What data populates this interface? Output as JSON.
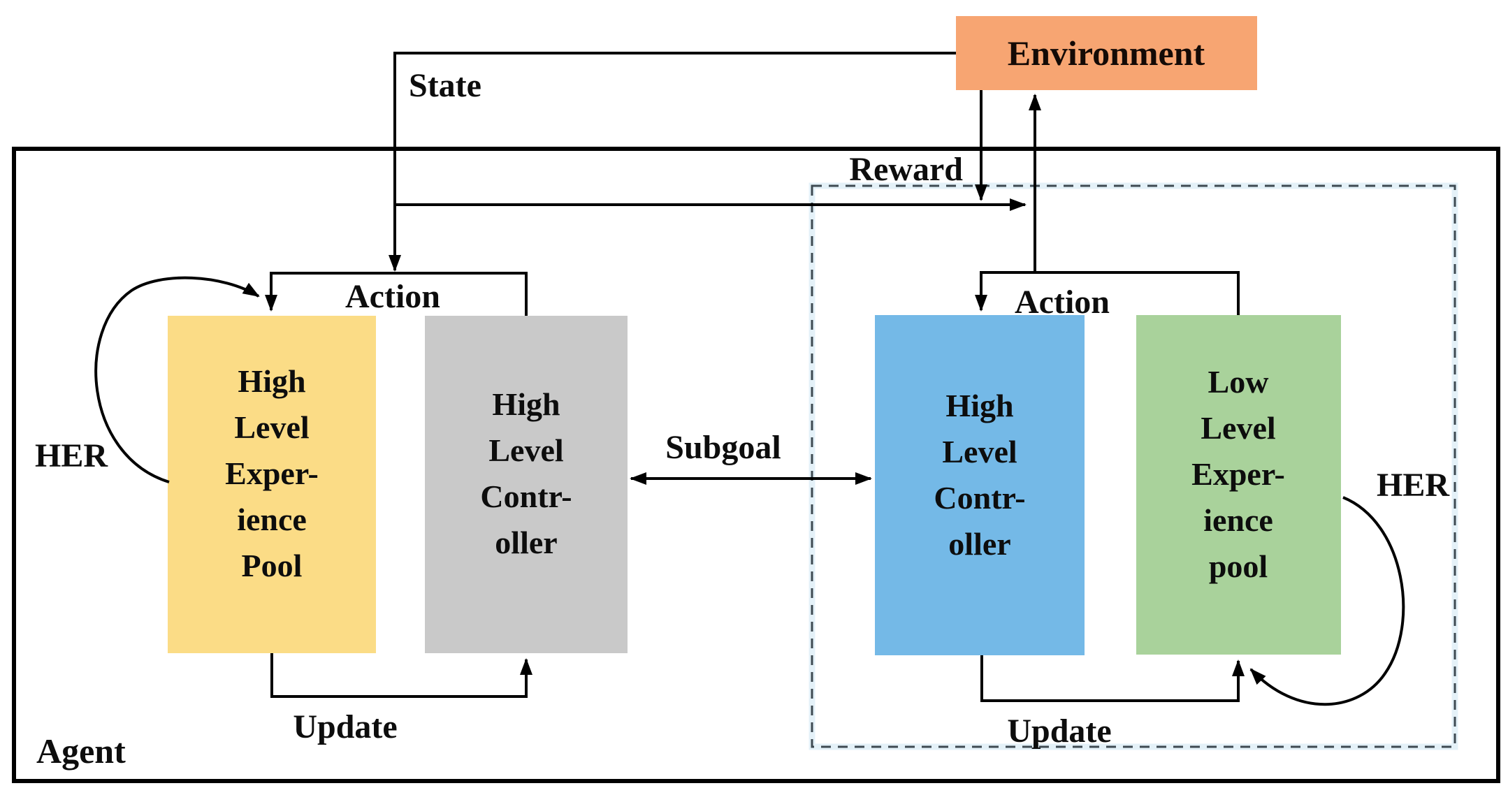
{
  "figure": {
    "type": "diagram",
    "description": "Hierarchical reinforcement learning framework with hindsight experience replay (HER)"
  },
  "colors": {
    "environment_box": "#F7A572",
    "high_exp_pool_box": "#FBDC86",
    "high_controller_box": "#C9C9C9",
    "right_controller_box": "#74B9E7",
    "low_exp_pool_box": "#A9D29B",
    "dashed_border": "#3E4A52",
    "dashed_halo": "#E4F1F8",
    "line": "#000000"
  },
  "environment": {
    "label": "Environment"
  },
  "agent": {
    "label": "Agent"
  },
  "boxes": {
    "high_exp_pool": {
      "lines": [
        "High",
        "Level",
        "Exper-",
        "ience",
        "Pool"
      ]
    },
    "high_controller": {
      "lines": [
        "High",
        "Level",
        "Contr-",
        "oller"
      ]
    },
    "right_controller": {
      "lines": [
        "High",
        "Level",
        "Contr-",
        "oller"
      ]
    },
    "low_exp_pool": {
      "lines": [
        "Low",
        "Level",
        "Exper-",
        "ience",
        "pool"
      ]
    }
  },
  "labels": {
    "state": "State",
    "reward": "Reward",
    "action_left": "Action",
    "action_right": "Action",
    "subgoal": "Subgoal",
    "update_left": "Update",
    "update_right": "Update",
    "her_left": "HER",
    "her_right": "HER"
  }
}
